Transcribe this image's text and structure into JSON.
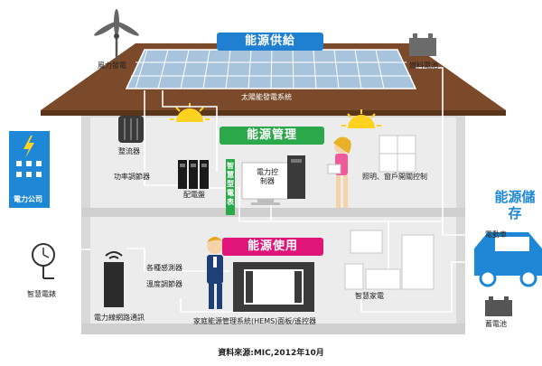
{
  "sections": {
    "supply": "能源供給",
    "management": "能源管理",
    "usage": "能源使用",
    "storage": "能源儲存"
  },
  "labels": {
    "wind_power": "風力發電",
    "fuel_cell": "燃料電池",
    "solar_system": "太陽能發電系統",
    "rectifier": "整流器",
    "power_conditioner": "功率調節器",
    "distribution_board": "配電盤",
    "smart_meter_vertical": "智慧型電表",
    "power_controller": "電力控制器",
    "lighting_control": "照明、窗戶開關控制",
    "power_company": "電力公司",
    "smart_meter": "智慧電錶",
    "sensors": "各種感測器",
    "thermostat": "溫度調節器",
    "plc": "電力線網路通訊",
    "hems_panel": "家庭能源管理系統(HEMS)面板/遙控器",
    "smart_appliance": "智慧家電",
    "ev": "電動車",
    "battery": "蓄電池"
  },
  "source": "資料來源:MIC,2012年10月",
  "colors": {
    "supply_blue": "#1f7fd0",
    "management_green": "#2aa84a",
    "usage_pink": "#e0157a",
    "roof_brown": "#7a4a2a",
    "house_gray": "#d6d6d6",
    "wire_blue": "#1e88d6"
  },
  "icons": [
    "wind-turbine-icon",
    "fuel-cell-icon",
    "solar-panel-icon",
    "sun-icon",
    "lightning-icon",
    "clock-meter-icon",
    "router-icon",
    "car-icon",
    "battery-icon"
  ]
}
